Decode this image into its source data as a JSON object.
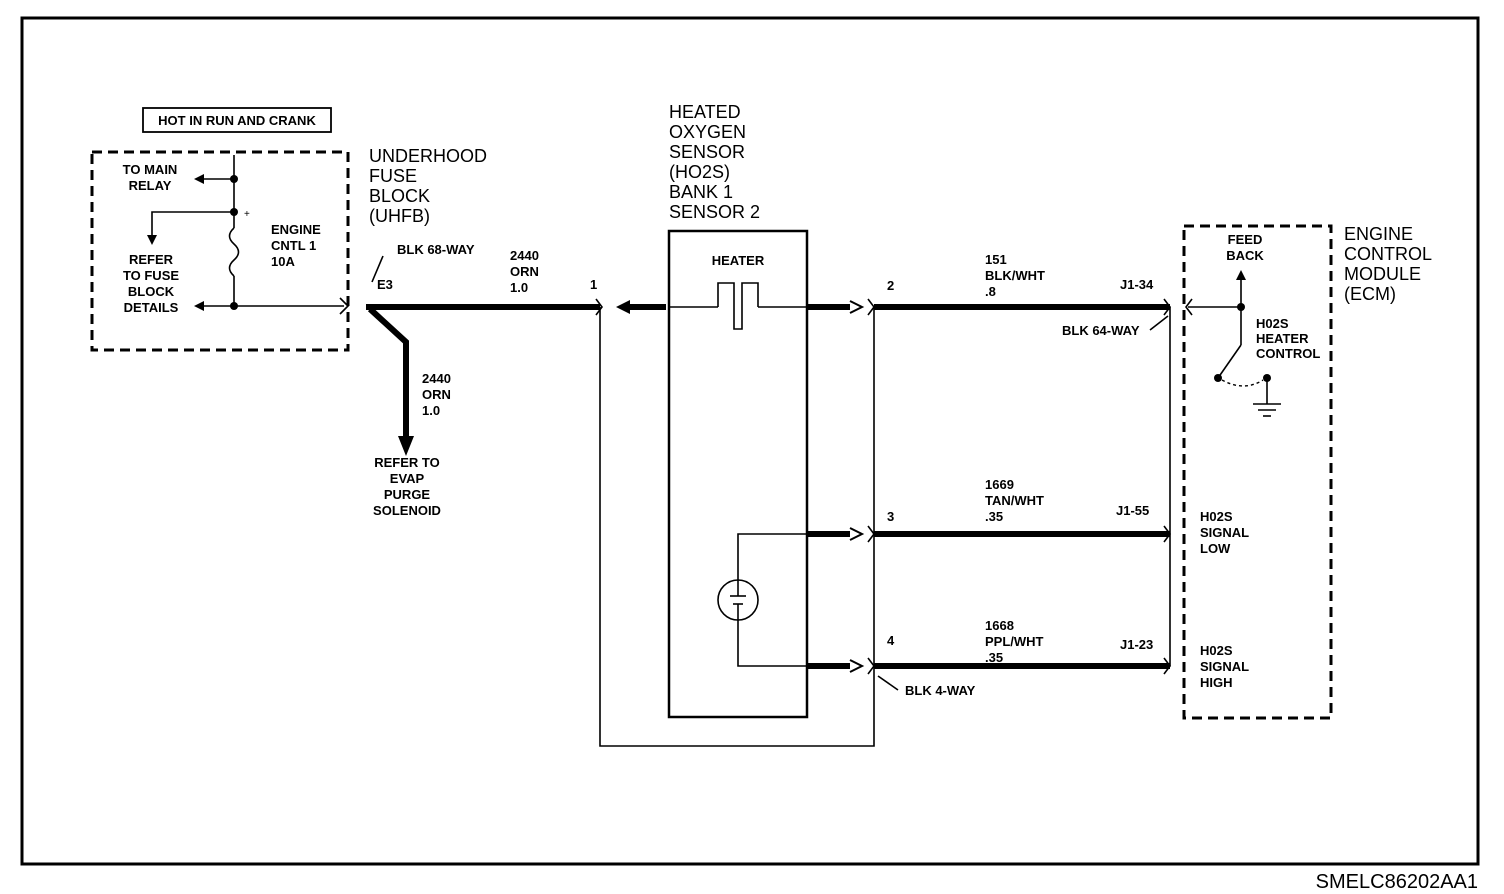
{
  "hot_label": "HOT IN RUN AND CRANK",
  "uhfb": {
    "title_lines": [
      "UNDERHOOD",
      "FUSE",
      "BLOCK",
      "(UHFB)"
    ],
    "to_main_relay": [
      "TO MAIN",
      "RELAY"
    ],
    "refer_fuse_block": [
      "REFER",
      "TO FUSE",
      "BLOCK",
      "DETAILS"
    ],
    "fuse_label": [
      "ENGINE",
      "CNTL 1",
      "10A"
    ],
    "connector": "BLK 68-WAY",
    "terminal": "E3"
  },
  "wire_2440_main": [
    "2440",
    "ORN",
    "1.0"
  ],
  "wire_2440_branch": [
    "2440",
    "ORN",
    "1.0"
  ],
  "evap": [
    "REFER TO",
    "EVAP",
    "PURGE",
    "SOLENOID"
  ],
  "sensor": {
    "title_lines": [
      "HEATED",
      "OXYGEN",
      "SENSOR",
      "(HO2S)",
      "BANK 1",
      "SENSOR 2"
    ],
    "heater_label": "HEATER",
    "pin_heater_in": "1",
    "connector": "BLK 4-WAY",
    "pins": [
      "2",
      "3",
      "4"
    ]
  },
  "wires": [
    {
      "circuit": "151",
      "color": "BLK/WHT",
      "size": ".8",
      "ecm_pin": "J1-34"
    },
    {
      "circuit": "1669",
      "color": "TAN/WHT",
      "size": ".35",
      "ecm_pin": "J1-55"
    },
    {
      "circuit": "1668",
      "color": "PPL/WHT",
      "size": ".35",
      "ecm_pin": "J1-23"
    }
  ],
  "ecm": {
    "title_lines": [
      "ENGINE",
      "CONTROL",
      "MODULE",
      "(ECM)"
    ],
    "connector": "BLK 64-WAY",
    "feedback": [
      "FEED",
      "BACK"
    ],
    "heater_control": [
      "H02S",
      "HEATER",
      "CONTROL"
    ],
    "signal_low": [
      "H02S",
      "SIGNAL",
      "LOW"
    ],
    "signal_high": [
      "H02S",
      "SIGNAL",
      "HIGH"
    ]
  },
  "figure_id": "SMELC86202AA1"
}
